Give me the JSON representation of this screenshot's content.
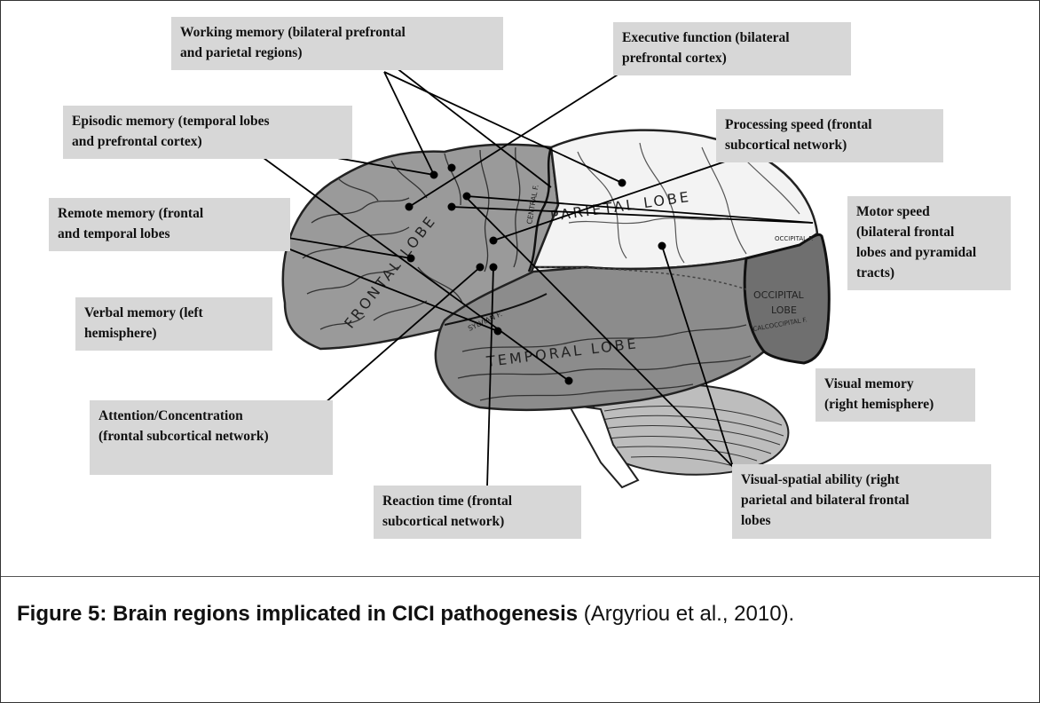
{
  "labels": {
    "working_memory": "Working memory (bilateral prefrontal\nand parietal regions)",
    "executive_function": "Executive function (bilateral\nprefrontal cortex)",
    "episodic_memory": "Episodic memory (temporal lobes\nand prefrontal cortex)",
    "processing_speed": "Processing speed (frontal\nsubcortical network)",
    "remote_memory": "Remote memory (frontal\nand temporal lobes",
    "motor_speed": "Motor speed\n(bilateral frontal\nlobes and pyramidal\ntracts)",
    "verbal_memory": "Verbal memory (left\nhemisphere)",
    "attention": "Attention/Concentration\n(frontal subcortical network)",
    "visual_memory": "Visual memory\n(right hemisphere)",
    "reaction_time": "Reaction time (frontal\nsubcortical network)",
    "visual_spatial": "Visual-spatial ability (right\nparietal and bilateral frontal\nlobes"
  },
  "brain_text": {
    "frontal_lobe": "FRONTAL LOBE",
    "parietal_lobe": "PARIETAL LOBE",
    "temporal_lobe": "TEMPORAL LOBE",
    "occipital_lobe_1": "OCCIPITAL",
    "occipital_lobe_2": "LOBE",
    "central_fissure": "CENTRAL F.",
    "sylvian_fissure": "SYLVIAN F.",
    "occipital_f": "OCCIPITAL F.",
    "calcarine": "CALCOCCIPITAL F."
  },
  "caption": {
    "bold": "Figure 5: Brain regions implicated in CICI pathogenesis",
    "normal": " (Argyriou et al., 2010)."
  },
  "colors": {
    "label_bg": "#d7d7d7",
    "frontal": "#9a9a9a",
    "parietal": "#f3f3f3",
    "temporal": "#8c8c8c",
    "occipital": "#6f6f6f"
  }
}
